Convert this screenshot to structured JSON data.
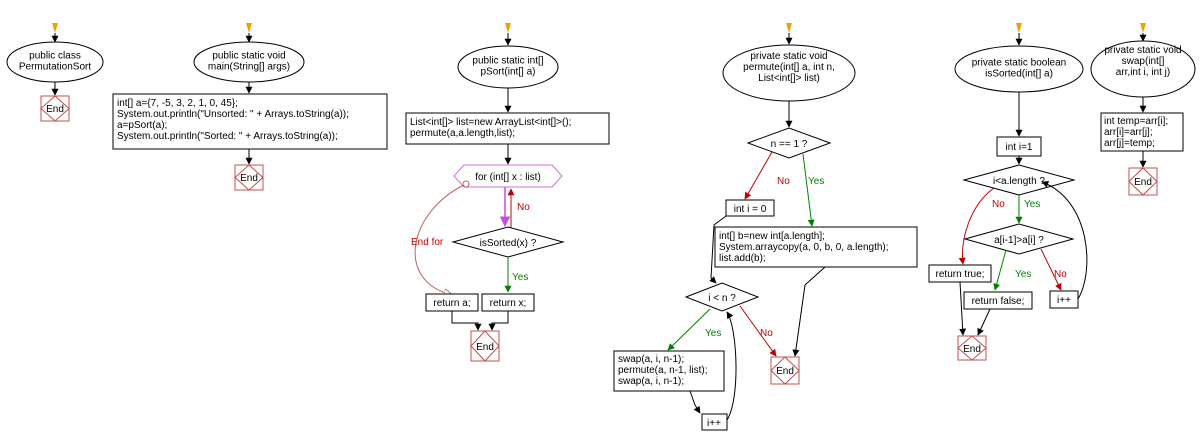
{
  "charts": [
    {
      "start": "public class\nPermutationSort",
      "end": "End"
    },
    {
      "start": "public static void\nmain(String[] args)",
      "body": "int[] a={7, -5, 3, 2, 1, 0, 45};\nSystem.out.println(\"Unsorted: \" + Arrays.toString(a));\na=pSort(a);\nSystem.out.println(\"Sorted: \" + Arrays.toString(a));",
      "end": "End"
    },
    {
      "start": "public static int[]\npSort(int[] a)",
      "body": "List<int[]> list=new ArrayList<int[]>();\npermute(a,a.length,list);",
      "loop": "for (int[] x : list)",
      "condition": "isSorted(x) ?",
      "label_no": "No",
      "label_yes": "Yes",
      "label_end_for": "End for",
      "return_a": "return a;",
      "return_x": "return x;",
      "end": "End"
    },
    {
      "start": "private static void\npermute(int[] a, int n,\nList<int[]> list)",
      "condition1": "n == 1 ?",
      "label_no1": "No",
      "label_yes1": "Yes",
      "init": "int i = 0",
      "yes_body": "int[] b=new int[a.length];\nSystem.arraycopy(a, 0, b, 0, a.length);\nlist.add(b);",
      "condition2": "i < n ?",
      "label_yes2": "Yes",
      "label_no2": "No",
      "loop_body": "swap(a, i, n-1);\npermute(a, n-1, list);\nswap(a, i, n-1);",
      "increment": "i++",
      "end": "End"
    },
    {
      "start": "private static boolean\nisSorted(int[] a)",
      "init": "int i=1",
      "condition1": "i<a.length ?",
      "label_no1": "No",
      "label_yes1": "Yes",
      "condition2": "a[i-1]>a[i] ?",
      "label_yes2": "Yes",
      "label_no2": "No",
      "return_true": "return true;",
      "return_false": "return false;",
      "increment": "i++",
      "end": "End"
    },
    {
      "start": "private static void\nswap(int[]\narr,int i, int j)",
      "body": "int temp=arr[i];\narr[i]=arr[j];\narr[j]=temp;",
      "end": "End"
    }
  ]
}
